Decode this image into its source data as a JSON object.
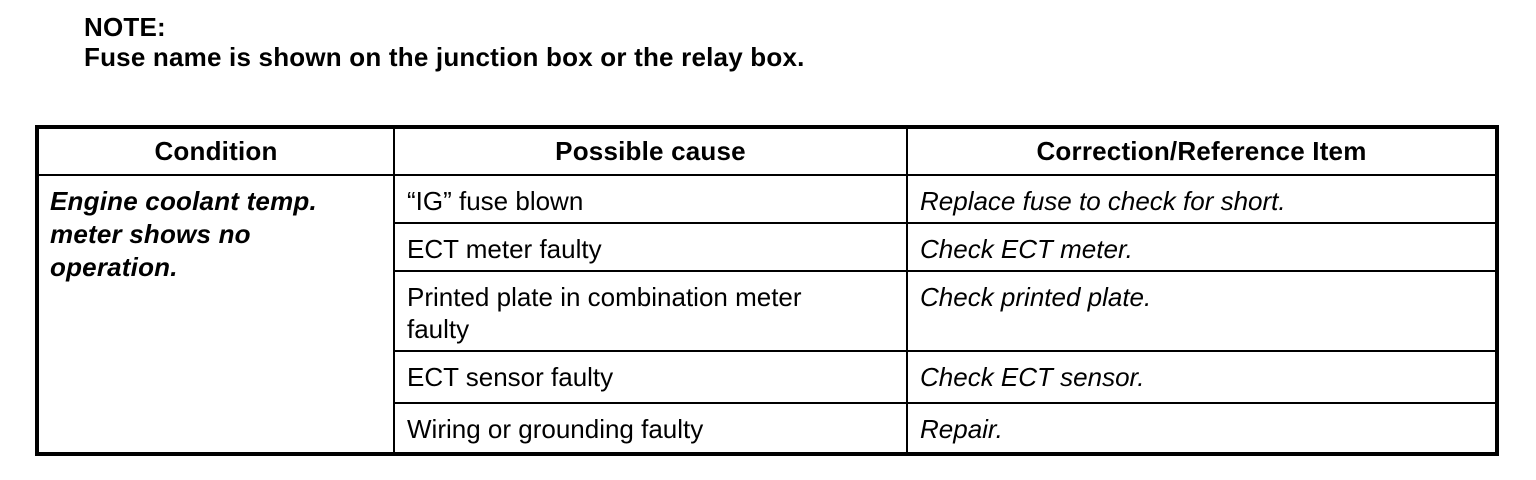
{
  "note": {
    "label": "NOTE:",
    "text": "Fuse name is shown on the junction box or the relay box."
  },
  "table": {
    "headers": [
      "Condition",
      "Possible cause",
      "Correction/Reference Item"
    ],
    "condition": "Engine coolant temp.\nmeter shows no\noperation.",
    "rows": [
      {
        "cause": "“IG” fuse blown",
        "correction": "Replace fuse to check for short."
      },
      {
        "cause": "ECT meter faulty",
        "correction": "Check ECT meter."
      },
      {
        "cause": "Printed plate in combination meter\nfaulty",
        "correction": "Check printed plate."
      },
      {
        "cause": "ECT sensor faulty",
        "correction": "Check ECT sensor."
      },
      {
        "cause": "Wiring or grounding faulty",
        "correction": "Repair."
      }
    ]
  }
}
